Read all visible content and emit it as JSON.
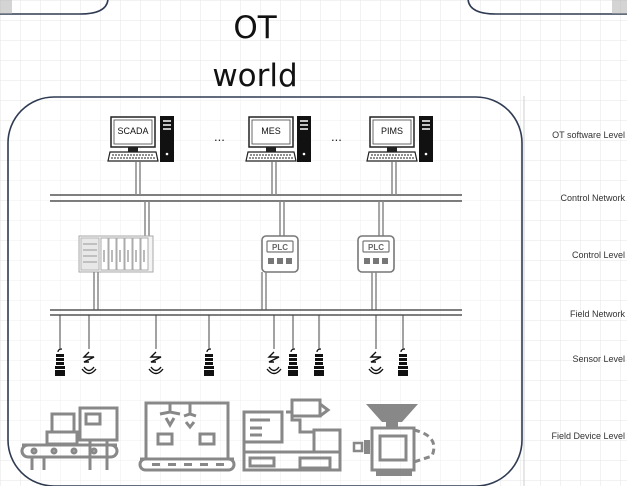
{
  "title": {
    "line1": "OT",
    "line2": "world"
  },
  "computers": [
    {
      "label": "SCADA"
    },
    {
      "label": "MES"
    },
    {
      "label": "PIMS"
    }
  ],
  "separator": "...",
  "plc_label": "PLC",
  "levels": [
    {
      "label": "OT software Level"
    },
    {
      "label": "Control Network"
    },
    {
      "label": "Control Level"
    },
    {
      "label": "Field Network"
    },
    {
      "label": "Sensor Level"
    },
    {
      "label": "Field Device Level"
    }
  ],
  "colors": {
    "frame": "#2f3b52",
    "lines": "#555555",
    "grid": "#e4e4e4",
    "icon_gray": "#888888"
  }
}
